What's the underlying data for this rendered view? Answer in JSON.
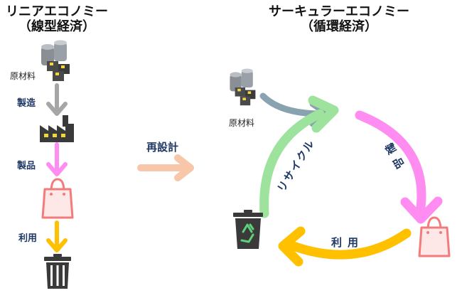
{
  "linear": {
    "title": "リニアエコノミー",
    "subtitle": "（線型経済）",
    "raw_material": "原材料",
    "step_manufacture": "製造",
    "step_product": "製品",
    "step_use": "利用"
  },
  "redesign": "再設計",
  "circular": {
    "title": "サーキュラーエコノミー",
    "subtitle": "（循環経済）",
    "raw_material": "原材料",
    "arc_product": "製品",
    "arc_use": "利用",
    "arc_recycle": "リサイクル"
  },
  "colors": {
    "arrow_gray": "#a6a6a6",
    "arrow_pink": "#ff8cf0",
    "arrow_yellow": "#ffc000",
    "arrow_green": "#9de39d",
    "arrow_salmon": "#f8c6a8",
    "arrow_slate": "#7d98a8",
    "bag": "#f47b7b",
    "trash": "#3a3a3a",
    "label_blue": "#1f3864"
  },
  "icons": [
    "drums-and-boxes-icon",
    "factory-icon",
    "shopping-bag-icon",
    "trash-can-icon",
    "recycle-bin-icon"
  ]
}
